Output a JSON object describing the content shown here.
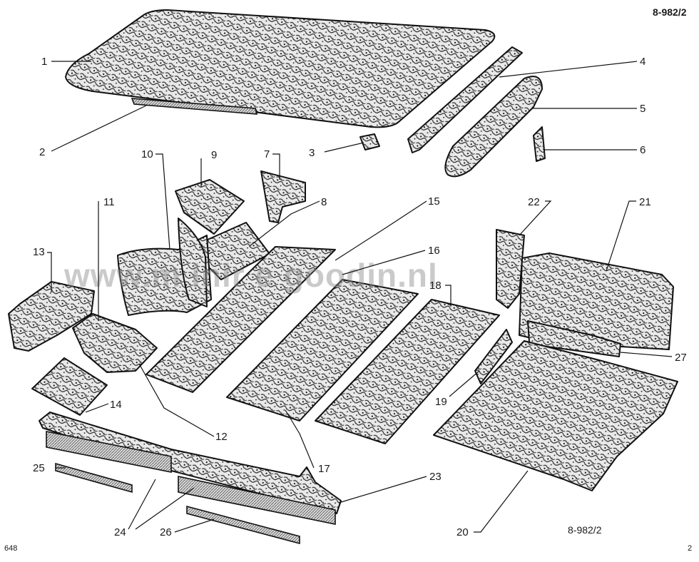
{
  "sheet": {
    "code_top": "8-982/2",
    "code_bottom": "8-982/2",
    "corner_left": "648",
    "corner_right": "2",
    "watermark": "www.m  inir  e  goodin.nl"
  },
  "callouts": [
    "1",
    "2",
    "3",
    "4",
    "5",
    "6",
    "7",
    "8",
    "9",
    "10",
    "11",
    "12",
    "13",
    "14",
    "15",
    "16",
    "17",
    "18",
    "19",
    "20",
    "21",
    "22",
    "23",
    "24",
    "25",
    "26",
    "27"
  ],
  "colors": {
    "ink": "#111111",
    "felt_light": "#f2f2f2",
    "felt_dark": "#2b2b2b",
    "watermark": "#8c8c8c"
  }
}
